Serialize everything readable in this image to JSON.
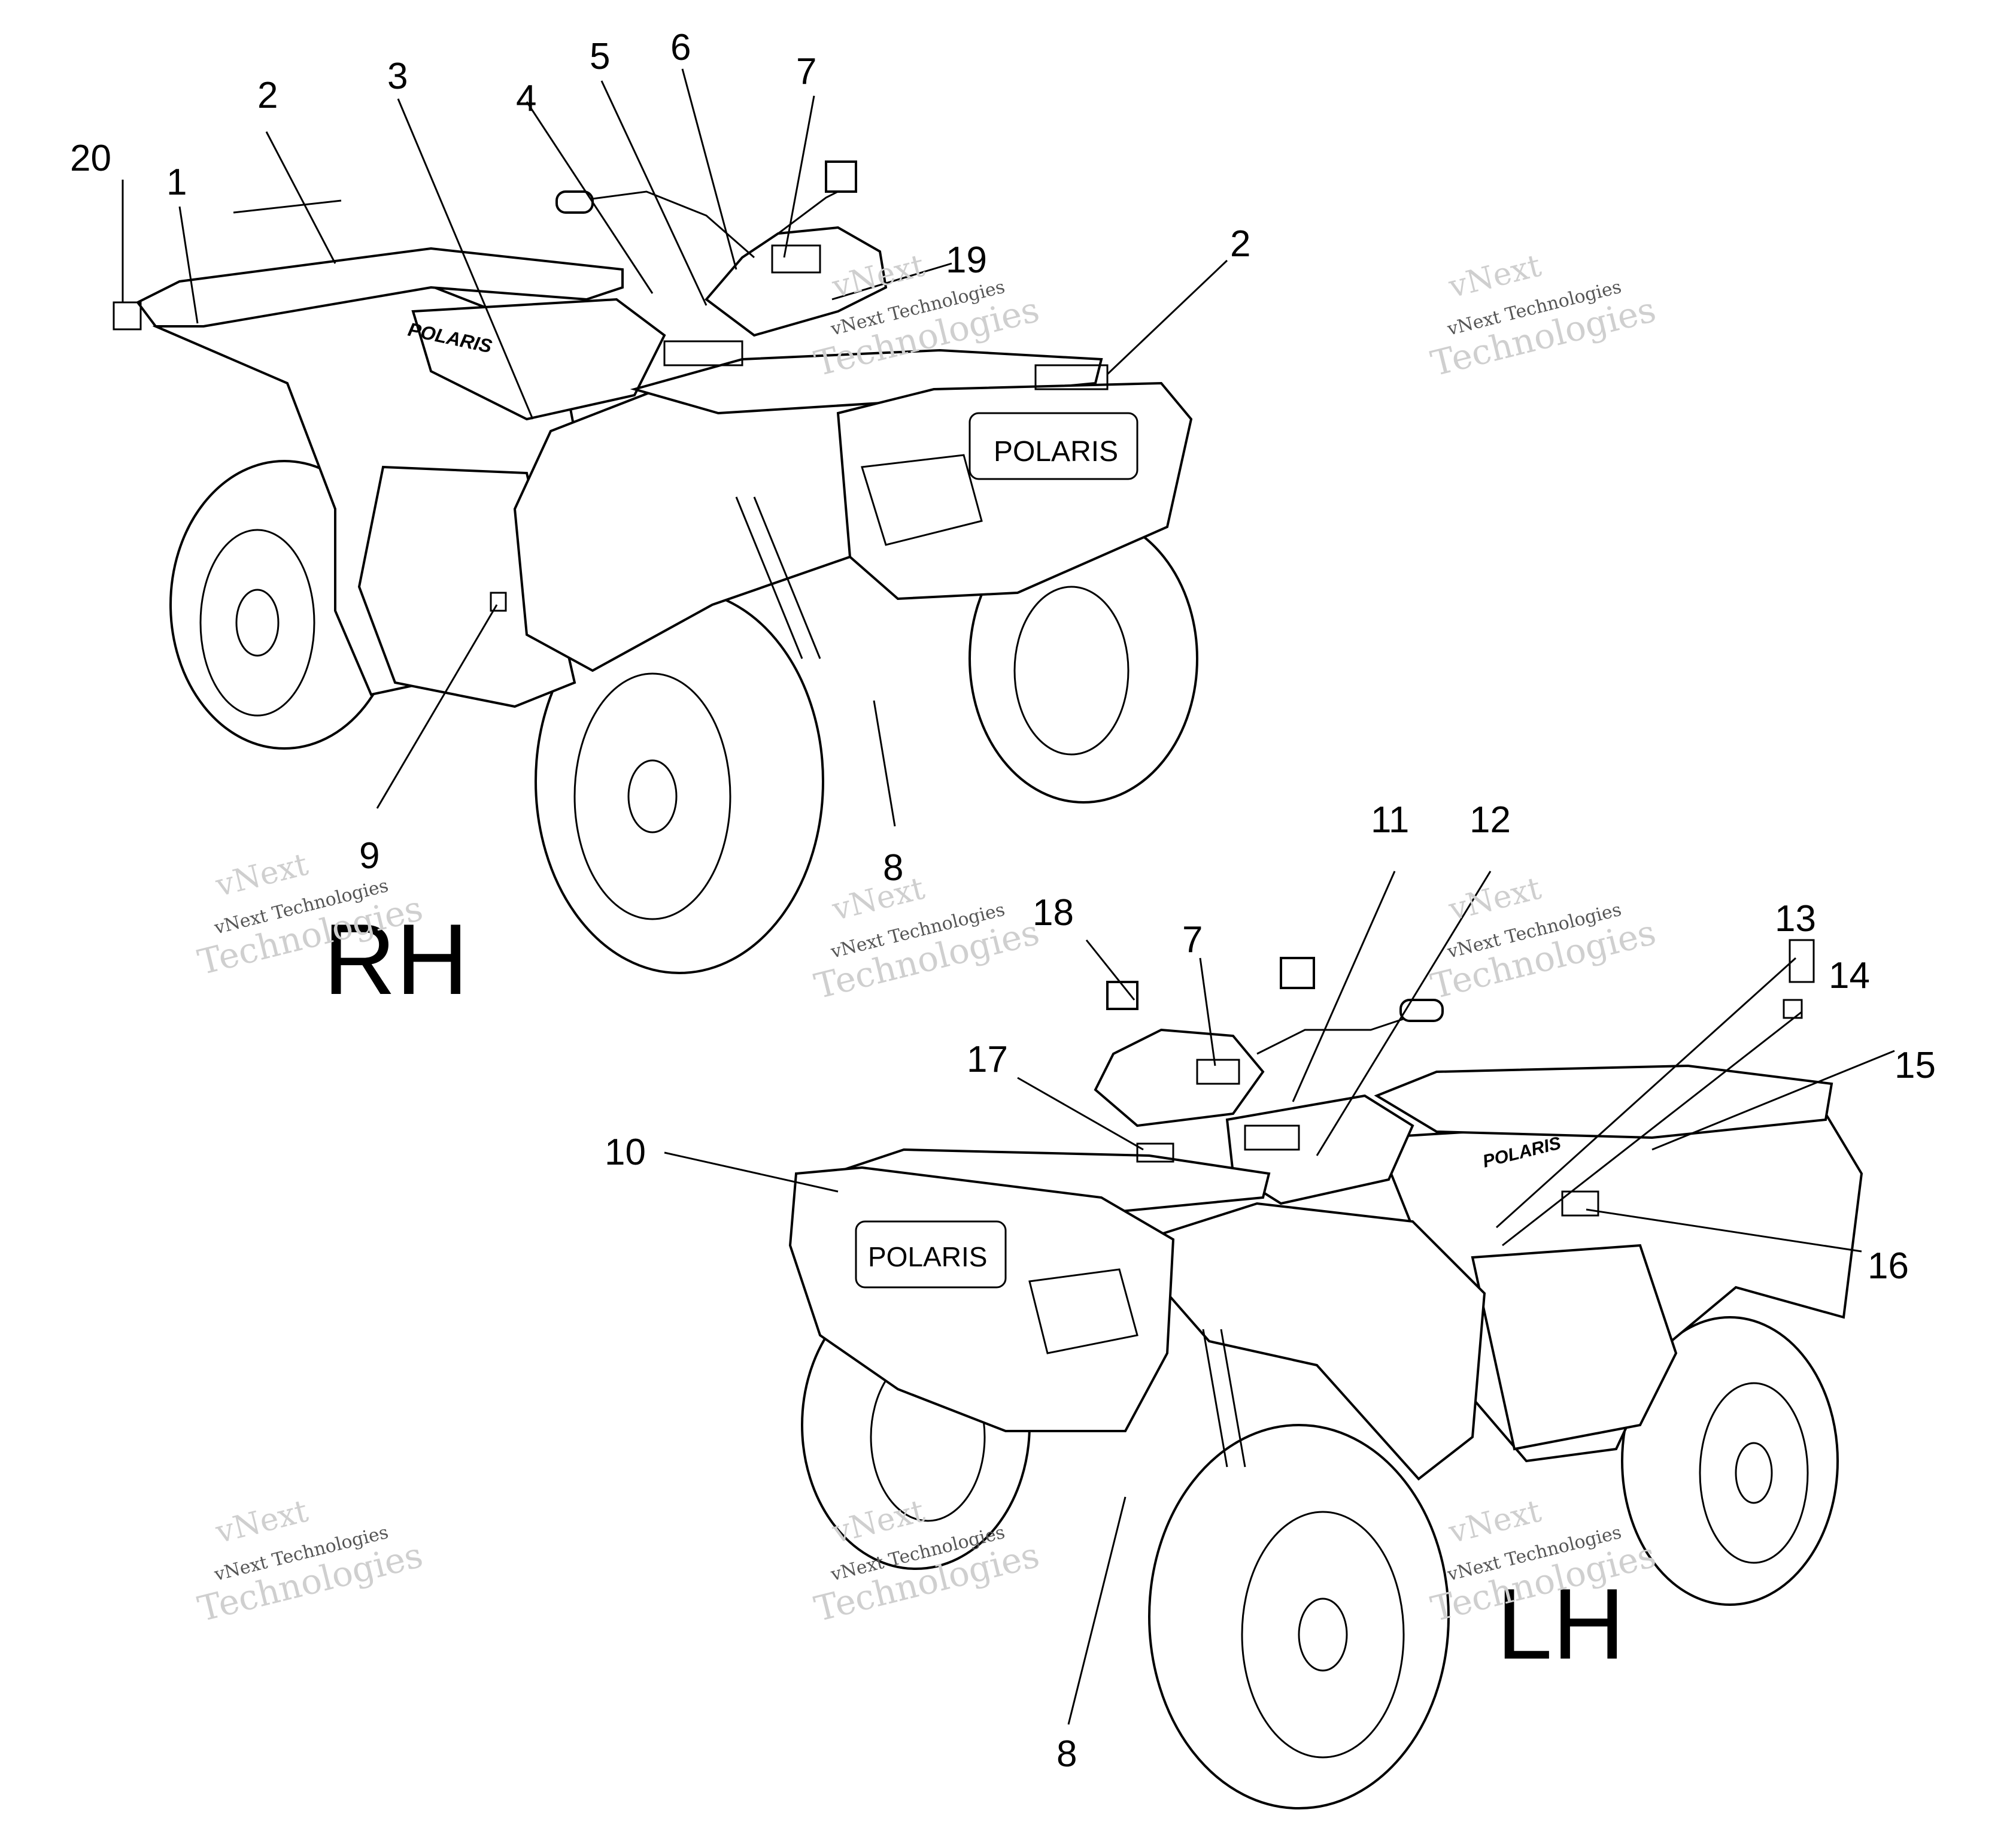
{
  "callouts": {
    "c1": "1",
    "c2a": "2",
    "c2b": "2",
    "c3": "3",
    "c4": "4",
    "c5": "5",
    "c6": "6",
    "c7a": "7",
    "c7b": "7",
    "c8a": "8",
    "c8b": "8",
    "c9": "9",
    "c10": "10",
    "c11": "11",
    "c12": "12",
    "c13": "13",
    "c14": "14",
    "c15": "15",
    "c16": "16",
    "c17": "17",
    "c18": "18",
    "c19": "19",
    "c20": "20"
  },
  "views": {
    "rh": "RH",
    "lh": "LH"
  },
  "brand": {
    "logo_front": "POLARIS",
    "logo_side": "POLARIS"
  },
  "watermark": {
    "top": "vNext",
    "middle": "vNext Technologies",
    "bottom": "Technologies"
  },
  "colors": {
    "line": "#000000",
    "background": "#ffffff",
    "watermark": "#cfcfcf"
  }
}
